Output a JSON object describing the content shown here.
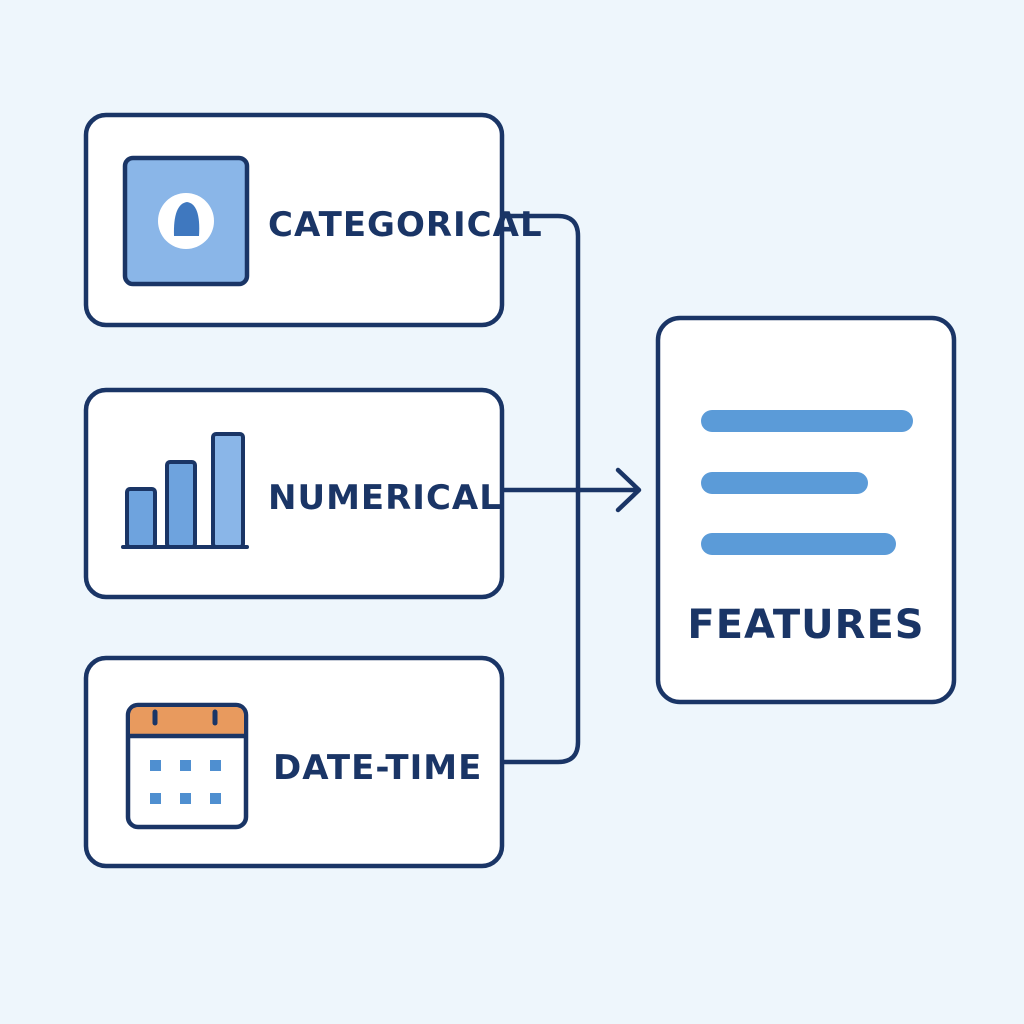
{
  "colors": {
    "background": "#eef6fc",
    "stroke": "#1a3566",
    "box_fill": "#ffffff",
    "accent_blue": "#5b9bd8",
    "icon_blue_fill": "#8ab6e8",
    "calendar_header": "#e89a5e",
    "text": "#1a3566"
  },
  "nodes": {
    "categorical": {
      "label": "CATEGORICAL",
      "icon": "tag-icon"
    },
    "numerical": {
      "label": "NUMERICAL",
      "icon": "bar-chart-icon"
    },
    "datetime": {
      "label": "DATE-TIME",
      "icon": "calendar-icon"
    },
    "features": {
      "label": "FEATURES",
      "icon": "list-lines-icon"
    }
  }
}
